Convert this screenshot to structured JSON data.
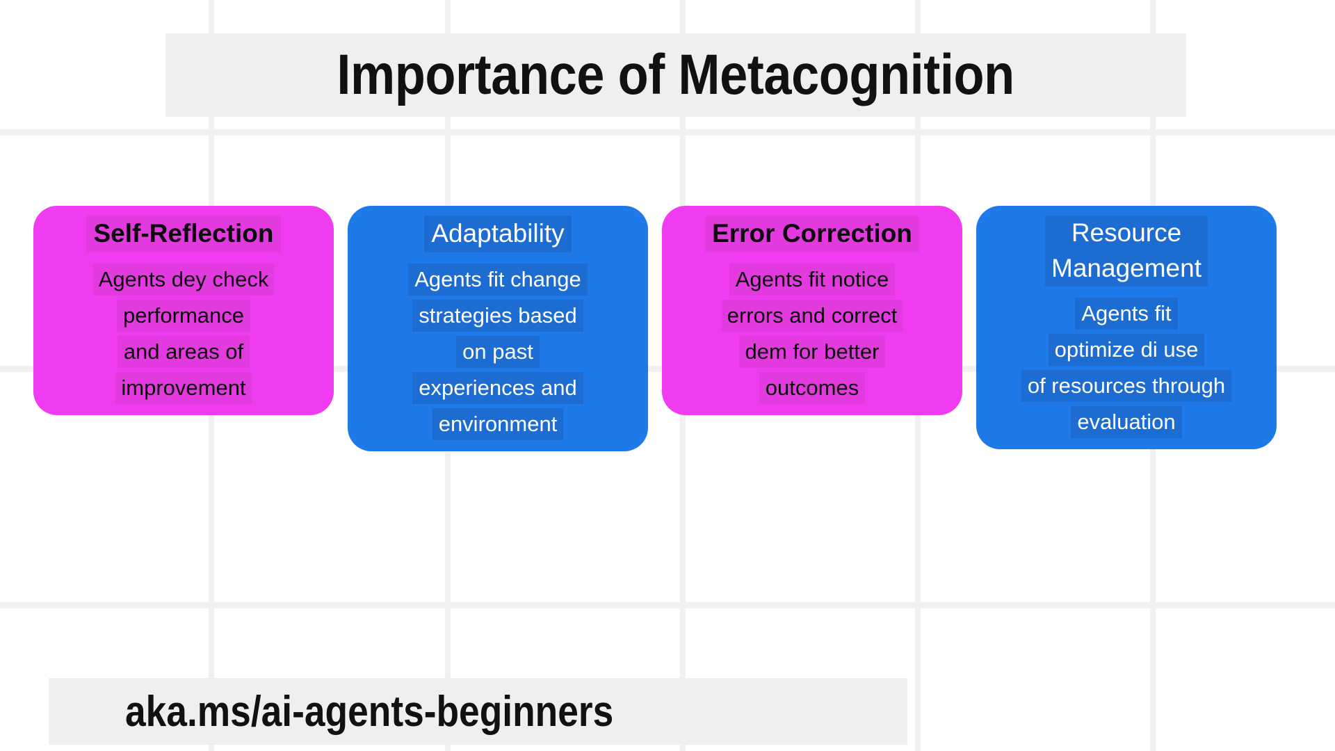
{
  "slide": {
    "title": "Importance of Metacognition",
    "footer_url": "aka.ms/ai-agents-beginners",
    "background_color": "#ffffff",
    "grid_line_color": "#f1f1f1",
    "banner_color": "#efefef"
  },
  "palette": {
    "magenta": "#f03cf0",
    "magenta_highlight": "#e33ae0",
    "blue": "#1e7ae8",
    "blue_highlight": "#1d6cd2",
    "dark_text": "#0b0b0b",
    "light_text": "#ffffff"
  },
  "cards": [
    {
      "title": "Self-Reflection",
      "title_lines": [
        "Self-Reflection"
      ],
      "color": "magenta",
      "lines": [
        "Agents dey check",
        "performance",
        "and areas of",
        "improvement"
      ]
    },
    {
      "title": "Adaptability",
      "title_lines": [
        "Adaptability"
      ],
      "color": "blue",
      "lines": [
        "Agents fit change",
        "strategies based",
        "on past",
        "experiences and",
        "environment"
      ]
    },
    {
      "title": "Error Correction",
      "title_lines": [
        "Error Correction"
      ],
      "color": "magenta",
      "lines": [
        "Agents fit notice",
        "errors and correct",
        "dem for better",
        "outcomes"
      ]
    },
    {
      "title": "Resource Management",
      "title_lines": [
        "Resource",
        "Management"
      ],
      "color": "blue",
      "lines": [
        "Agents fit",
        "optimize di use",
        "of resources through",
        "evaluation"
      ]
    }
  ],
  "grid": {
    "vertical_x": [
      300,
      640,
      978,
      1316,
      1654
    ],
    "horizontal_y": [
      186,
      526,
      866
    ]
  }
}
